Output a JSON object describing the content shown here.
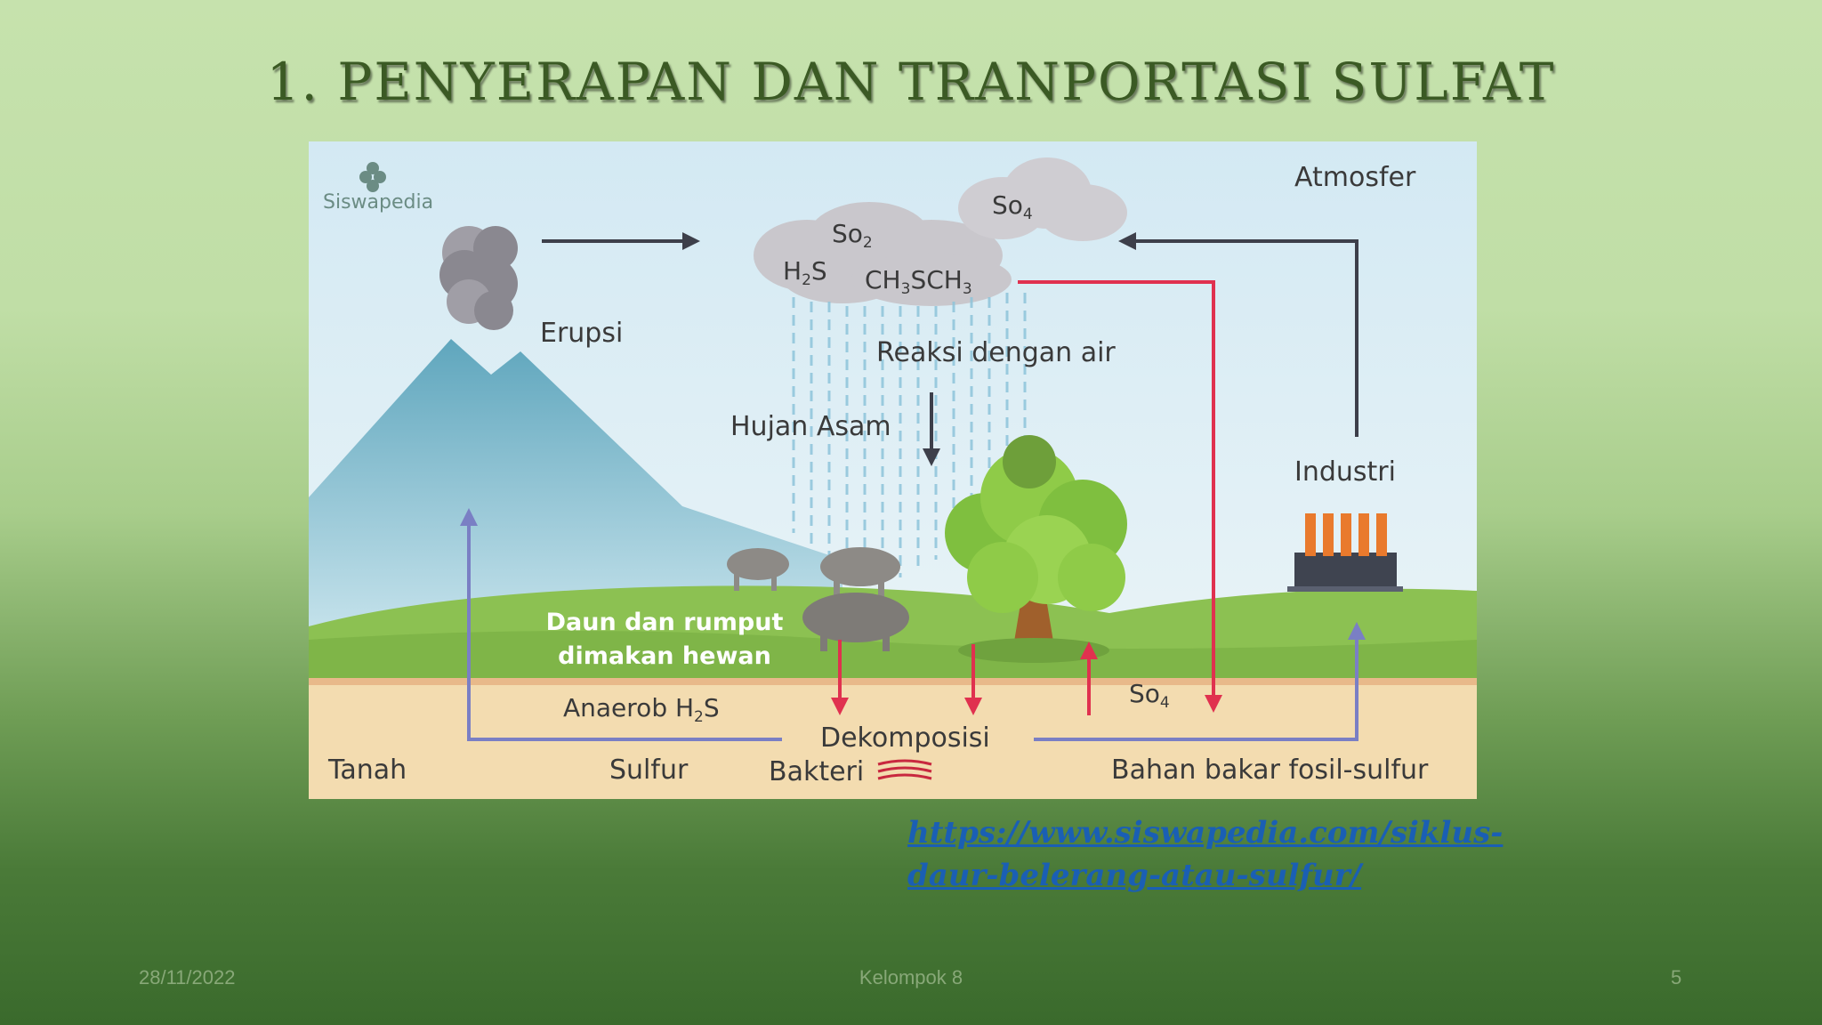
{
  "slide": {
    "title": "1. PENYERAPAN DAN TRANPORTASI SULFAT",
    "link_line1": "https://www.siswapedia.com/siklus-",
    "link_line2": "daur-belerang-atau-sulfur/",
    "footer": {
      "date": "28/11/2022",
      "center": "Kelompok 8",
      "page": "5"
    }
  },
  "diagram": {
    "logo_text": "Siswapedia",
    "atmosfer": "Atmosfer",
    "erupsi": "Erupsi",
    "so2": "So",
    "so2_sub": "2",
    "so4_top": "So",
    "so4_top_sub": "4",
    "h2s_a": "H",
    "h2s_sub": "2",
    "h2s_b": "S",
    "ch3sch3_a": "CH",
    "ch3sch3_sub1": "3",
    "ch3sch3_b": "SCH",
    "ch3sch3_sub2": "3",
    "reaksi": "Reaksi dengan air",
    "hujan": "Hujan Asam",
    "industri": "Industri",
    "daun_line1": "Daun dan rumput",
    "daun_line2": "dimakan hewan",
    "anaerob_a": "Anaerob H",
    "anaerob_sub": "2",
    "anaerob_b": "S",
    "so4_soil": "So",
    "so4_soil_sub": "4",
    "dekomposisi": "Dekomposisi",
    "tanah": "Tanah",
    "sulfur": "Sulfur",
    "bakteri": "Bakteri",
    "bahan": "Bahan bakar fosil-sulfur"
  },
  "colors": {
    "red_arrow": "#e0314f",
    "purple_arrow": "#7a7fc4",
    "dark_arrow": "#3d3f4a",
    "sky": "#d6ebf4",
    "soil": "#f3dcb0",
    "grass": "#8cc152"
  }
}
